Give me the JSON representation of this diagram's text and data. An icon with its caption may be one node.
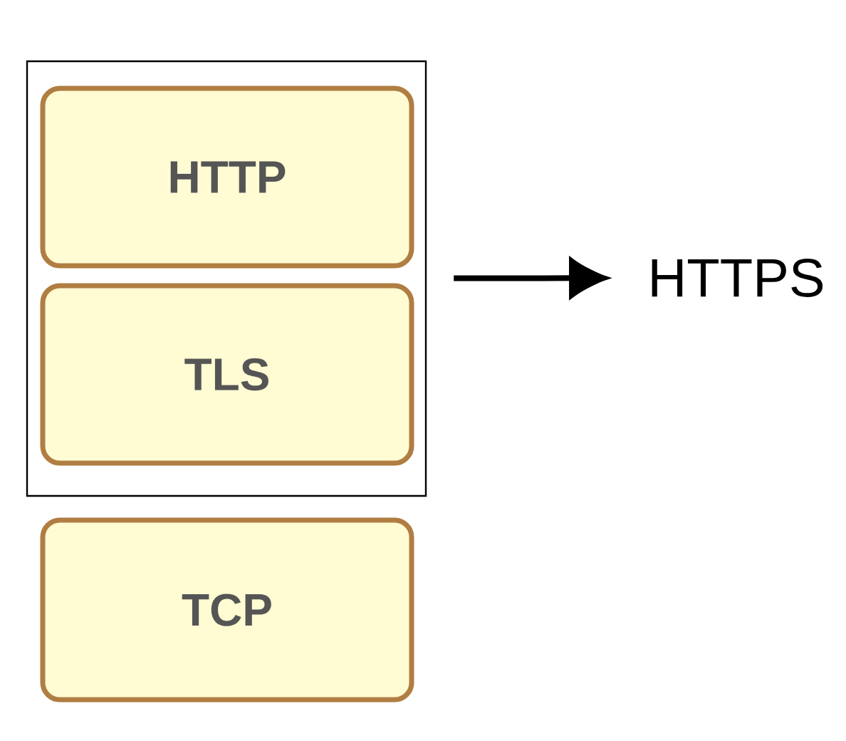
{
  "diagram": {
    "nodes": [
      {
        "text": [],
        "shape": "box"
      },
      {
        "text": [
          "HTTP"
        ],
        "in": 0
      },
      {
        "text": [
          "TLS"
        ],
        "in": 0
      },
      {
        "text": [
          "TCP"
        ]
      },
      {
        "text": [
          "HTTPS"
        ]
      }
    ],
    "edges": [
      {
        "from": 0,
        "to": 4,
        "arrow": "to"
      }
    ]
  }
}
